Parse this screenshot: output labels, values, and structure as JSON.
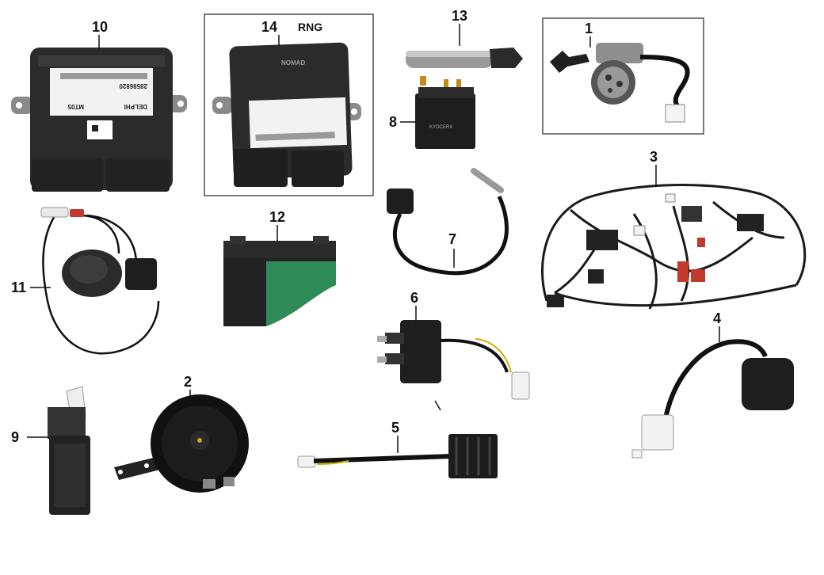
{
  "labels": {
    "p1": "1",
    "p2": "2",
    "p3": "3",
    "p4": "4",
    "p5": "5",
    "p6": "6",
    "p7": "7",
    "p8": "8",
    "p9": "9",
    "p10": "10",
    "p11": "11",
    "p12": "12",
    "p13": "13",
    "p14": "14",
    "p14_suffix": "RNG"
  },
  "part_text": {
    "ecu10_brand": "DELPHI",
    "ecu10_model": "MT05",
    "ecu10_number": "28586820",
    "ecu14_brand": "NOMAD",
    "relay8_label": "KYOCERA"
  },
  "colors": {
    "ink": "#111111",
    "part_dark": "#2b2b2b",
    "battery_green": "#2e8b57",
    "wire_red": "#c0392b"
  }
}
